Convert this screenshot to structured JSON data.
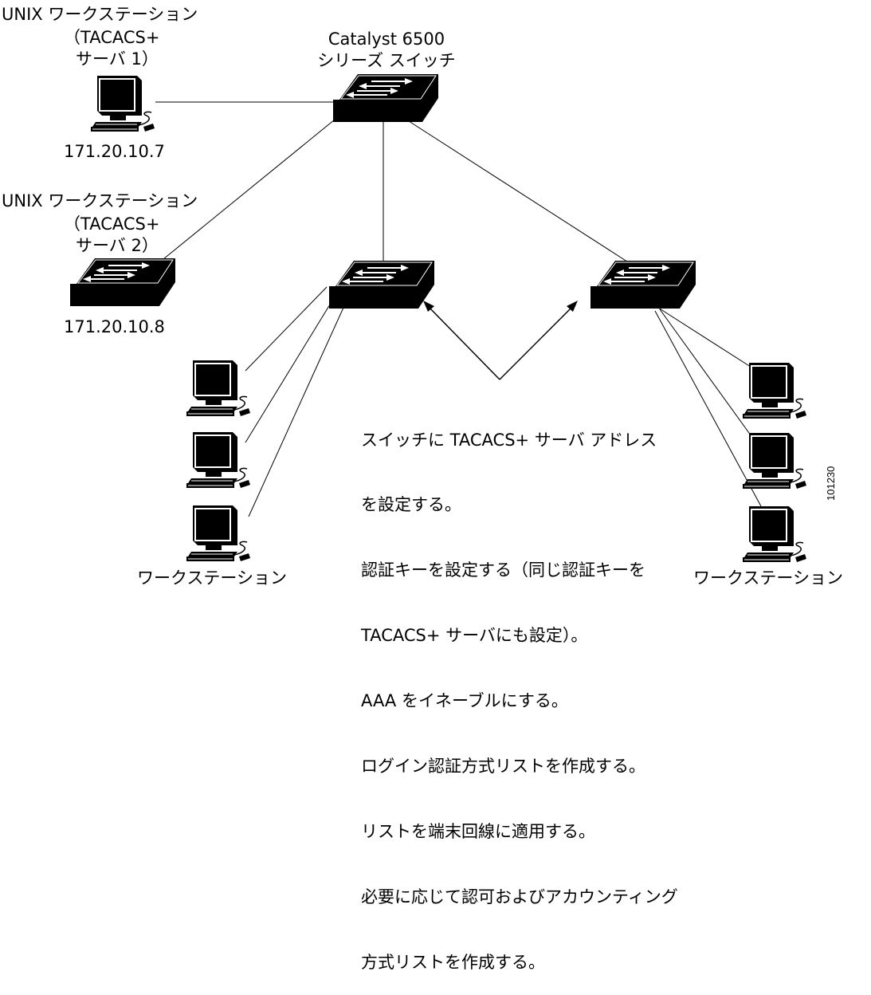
{
  "core_switch": {
    "label_line1": "Catalyst 6500",
    "label_line2": "シリーズ スイッチ"
  },
  "server1": {
    "label_line1": "UNIX ワークステーション",
    "label_line2": "（TACACS+",
    "label_line3": "サーバ 1）",
    "ip": "171.20.10.7"
  },
  "server2": {
    "label_line1": "UNIX ワークステーション",
    "label_line2": "（TACACS+",
    "label_line3": "サーバ 2）",
    "ip": "171.20.10.8"
  },
  "workstations_left": {
    "label": "ワークステーション"
  },
  "workstations_right": {
    "label": "ワークステーション"
  },
  "steps": [
    "スイッチに TACACS+ サーバ アドレス",
    "を設定する。",
    "認証キーを設定する（同じ認証キーを",
    "TACACS+ サーバにも設定）。",
    "AAA をイネーブルにする。",
    "ログイン認証方式リストを作成する。",
    "リストを端末回線に適用する。",
    "必要に応じて認可およびアカウンティング",
    "方式リストを作成する。"
  ],
  "figure_id": "101230"
}
